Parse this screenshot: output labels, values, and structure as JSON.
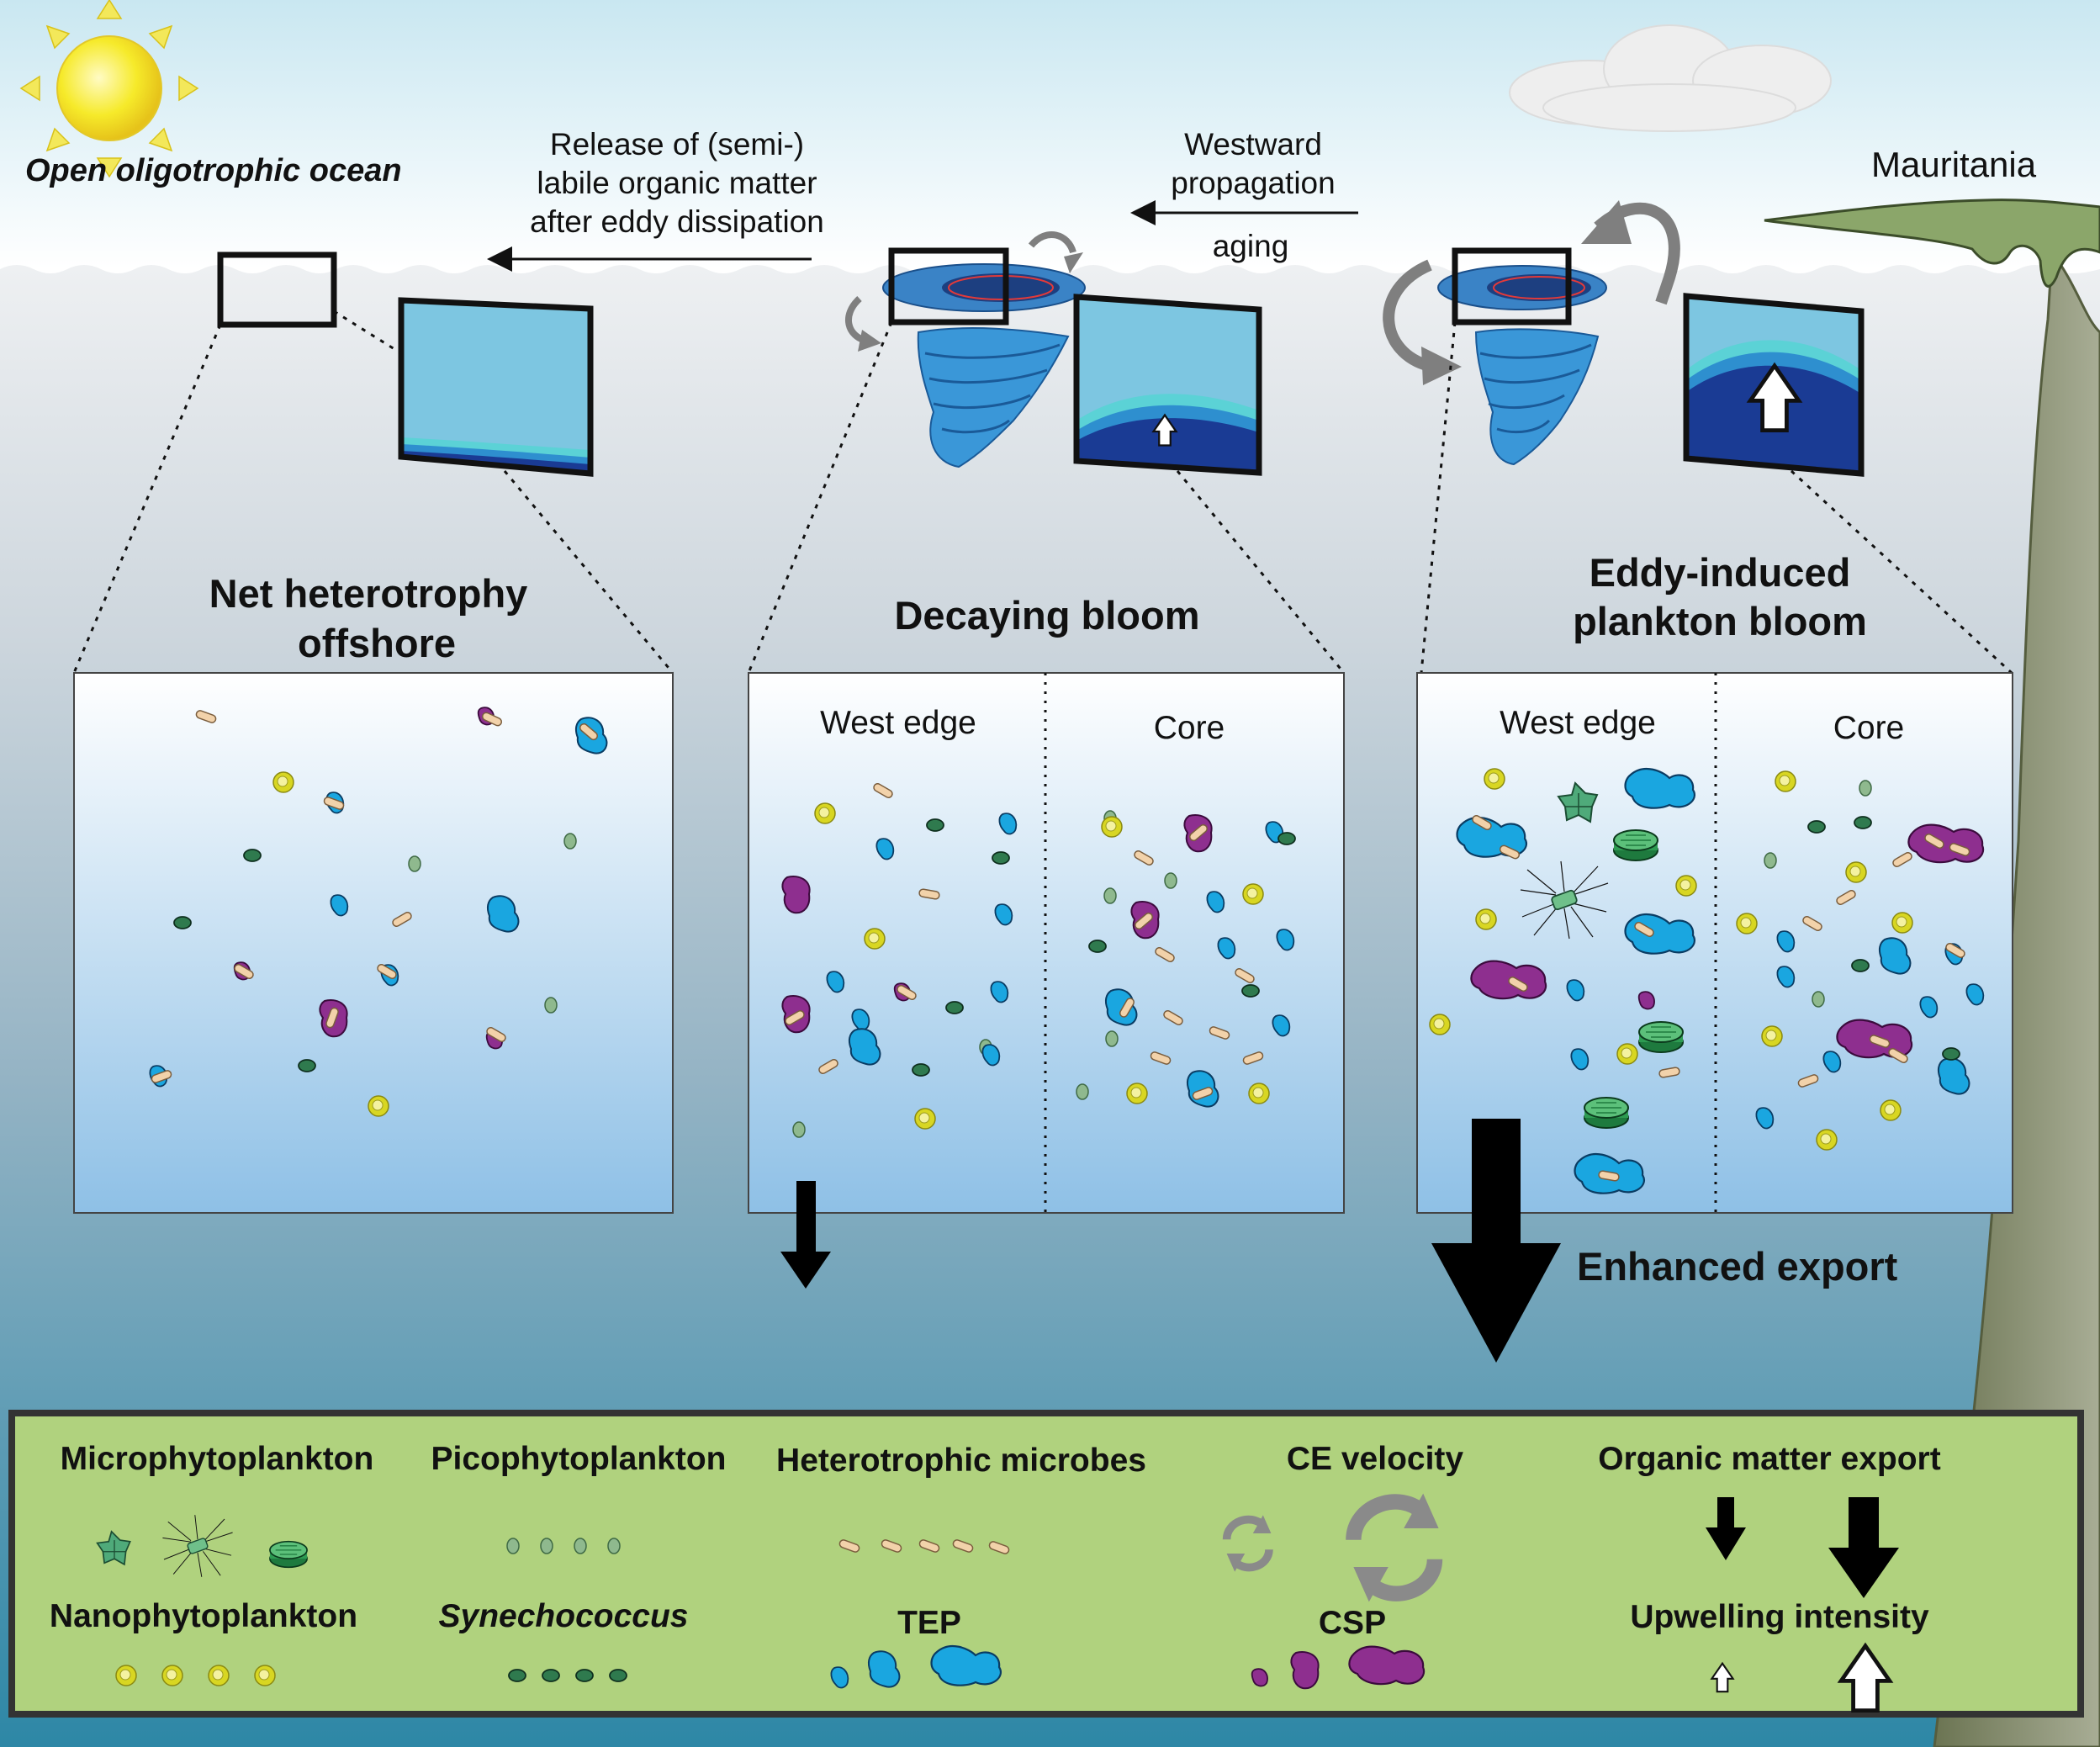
{
  "labels": {
    "open_ocean": "Open oligotrophic ocean",
    "mauritania": "Mauritania",
    "release_1": "Release of (semi-)",
    "release_2": "labile organic matter",
    "release_3": "after eddy dissipation",
    "westward_1": "Westward",
    "westward_2": "propagation",
    "aging": "aging",
    "enhanced_export": "Enhanced export"
  },
  "panels": {
    "net_title_1": "Net heterotrophy",
    "net_title_2": "offshore",
    "decaying_title": "Decaying bloom",
    "bloom_title_1": "Eddy-induced",
    "bloom_title_2": "plankton bloom",
    "west_edge": "West edge",
    "core": "Core"
  },
  "legend": {
    "microphytoplankton": "Microphytoplankton",
    "nanophytoplankton": "Nanophytoplankton",
    "picophytoplankton": "Picophytoplankton",
    "synechococcus": "Synechococcus",
    "heterotrophic_microbes": "Heterotrophic microbes",
    "tep": "TEP",
    "ce_velocity": "CE velocity",
    "csp": "CSP",
    "organic_matter_export": "Organic matter export",
    "upwelling_intensity": "Upwelling intensity"
  },
  "colors": {
    "sky_top": "#cfe9f2",
    "ocean_deep": "#2f8aa8",
    "legend_bg": "#b0d27e",
    "tep": "#1aa6e0",
    "csp": "#8e2f8f",
    "synechococcus": "#2f7a4e",
    "picophytoplankton": "#8fb98e",
    "nanophytoplankton": "#d8d622",
    "heterotrophic": "#f2d2aa",
    "upwelling_deep": "#22409a",
    "land": "#7c8560"
  }
}
